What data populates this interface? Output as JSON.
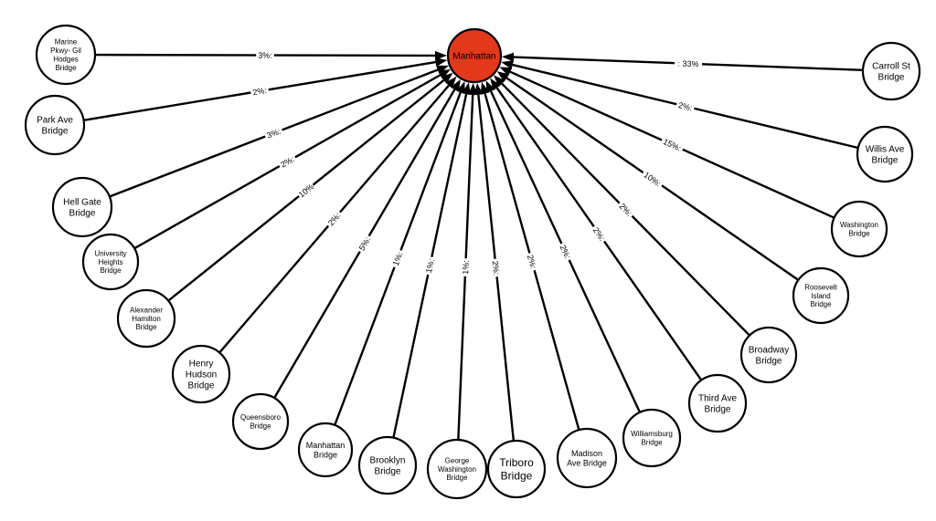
{
  "center": {
    "lines": [
      "Manhattan"
    ],
    "fill": "#e2381c"
  },
  "edges": [
    {
      "name": "marine-pkwy-gil-hodges-bridge",
      "lines": [
        "Marine",
        "Pkwy- Gil",
        "Hodges",
        "Bridge"
      ],
      "label": "3%:"
    },
    {
      "name": "park-ave-bridge",
      "lines": [
        "Park Ave",
        "Bridge"
      ],
      "label": "2%:"
    },
    {
      "name": "hell-gate-bridge",
      "lines": [
        "Hell Gate",
        "Bridge"
      ],
      "label": "3%:"
    },
    {
      "name": "university-heights-bridge",
      "lines": [
        "University",
        "Heights",
        "Bridge"
      ],
      "label": "2%:"
    },
    {
      "name": "alexander-hamilton-bridge",
      "lines": [
        "Alexander",
        "Hamilton",
        "Bridge"
      ],
      "label": "10%"
    },
    {
      "name": "henry-hudson-bridge",
      "lines": [
        "Henry",
        "Hudson",
        "Bridge"
      ],
      "label": "2%:"
    },
    {
      "name": "queensboro-bridge",
      "lines": [
        "Queensboro",
        "Bridge"
      ],
      "label": "5%:"
    },
    {
      "name": "manhattan-bridge",
      "lines": [
        "Manhattan",
        "Bridge"
      ],
      "label": "1%:"
    },
    {
      "name": "brooklyn-bridge",
      "lines": [
        "Brooklyn",
        "Bridge"
      ],
      "label": "1%:"
    },
    {
      "name": "george-washington-bridge",
      "lines": [
        "George",
        "Washington",
        "Bridge"
      ],
      "label": "1%:"
    },
    {
      "name": "triboro-bridge",
      "lines": [
        "Triboro",
        "Bridge"
      ],
      "label": "2%:"
    },
    {
      "name": "madison-ave-bridge",
      "lines": [
        "Madison",
        "Ave Bridge"
      ],
      "label": "2%:"
    },
    {
      "name": "williamsburg-bridge",
      "lines": [
        "Williamsburg",
        "Bridge"
      ],
      "label": "2%:"
    },
    {
      "name": "third-ave-bridge",
      "lines": [
        "Third Ave",
        "Bridge"
      ],
      "label": "2%:"
    },
    {
      "name": "broadway-bridge",
      "lines": [
        "Broadway",
        "Bridge"
      ],
      "label": "2%:"
    },
    {
      "name": "roosevelt-island-bridge",
      "lines": [
        "Roosevelt",
        "Island",
        "Bridge"
      ],
      "label": "10%:"
    },
    {
      "name": "washington-bridge",
      "lines": [
        "Washington",
        "Bridge"
      ],
      "label": "15%:"
    },
    {
      "name": "willis-ave-bridge",
      "lines": [
        "Willis Ave",
        "Bridge"
      ],
      "label": "2%:"
    },
    {
      "name": "carroll-st-bridge",
      "lines": [
        "Carroll St",
        "Bridge"
      ],
      "label": ": 33%"
    }
  ]
}
